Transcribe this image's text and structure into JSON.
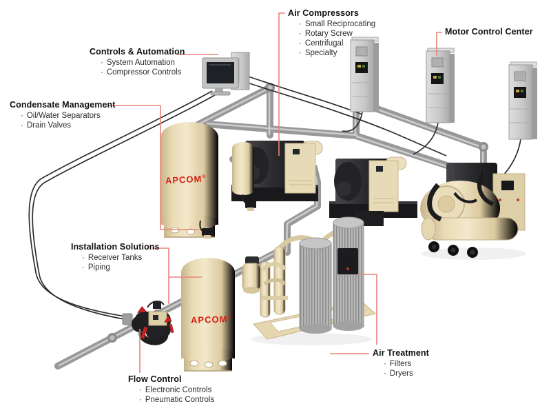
{
  "diagram": {
    "brand": "APCOM",
    "reg_mark": "®",
    "colors": {
      "callout_line": "#e98478",
      "brand_red": "#d61f14",
      "tank_beige": "#e6d7b2",
      "pipe_gray": "#a6a6a6",
      "panel_gray": "#c9c9c9",
      "equipment_dark": "#232325"
    },
    "callouts": [
      {
        "id": "air-compressors",
        "title": "Air Compressors",
        "items": [
          "Small Reciprocating",
          "Rotary Screw",
          "Centrifugal",
          "Specialty"
        ]
      },
      {
        "id": "motor-control-center",
        "title": "Motor Control Center",
        "items": []
      },
      {
        "id": "controls-automation",
        "title": "Controls & Automation",
        "items": [
          "System Automation",
          "Compressor Controls"
        ]
      },
      {
        "id": "condensate-management",
        "title": "Condensate Management",
        "items": [
          "Oil/Water Separators",
          "Drain Valves"
        ]
      },
      {
        "id": "installation-solutions",
        "title": "Installation Solutions",
        "items": [
          "Receiver Tanks",
          "Piping"
        ]
      },
      {
        "id": "flow-control",
        "title": "Flow Control",
        "items": [
          "Electronic Controls",
          "Pneumatic Controls"
        ]
      },
      {
        "id": "air-treatment",
        "title": "Air Treatment",
        "items": [
          "Filters",
          "Dryers"
        ]
      }
    ]
  }
}
